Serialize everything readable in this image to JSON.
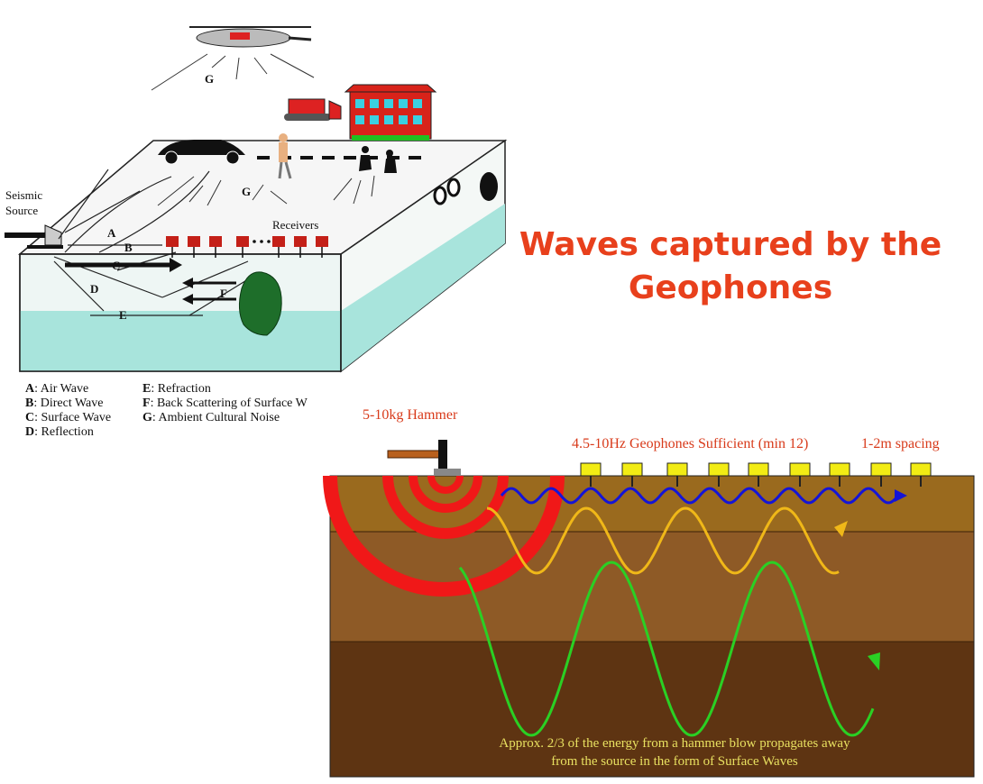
{
  "title": {
    "line1": "Waves captured by the",
    "line2": "Geophones"
  },
  "block_diagram": {
    "source_label": "Seismic Source",
    "receivers_label": "Receivers",
    "wave_letters": {
      "A": "A",
      "B": "B",
      "C": "C",
      "D": "D",
      "E": "E",
      "F": "F",
      "G": "G"
    },
    "legend_left": [
      {
        "key": "A",
        "text": ": Air Wave"
      },
      {
        "key": "B",
        "text": ": Direct Wave"
      },
      {
        "key": "C",
        "text": ": Surface Wave"
      },
      {
        "key": "D",
        "text": ": Reflection"
      }
    ],
    "legend_right": [
      {
        "key": "E",
        "text": ": Refraction"
      },
      {
        "key": "F",
        "text": ": Back Scattering of Surface W"
      },
      {
        "key": "G",
        "text": ": Ambient Cultural Noise"
      }
    ]
  },
  "hammer_section": {
    "hammer_label": "5-10kg Hammer",
    "geophones_label": "4.5-10Hz Geophones Sufficient (min 12)",
    "spacing_label": "1-2m spacing",
    "caption_line1": "Approx. 2/3 of the energy from a hammer blow propagates away",
    "caption_line2": "from the source in the form of Surface Waves"
  },
  "colors": {
    "title": "#e8401c",
    "water": "#a8e4dc",
    "soil_top": "#9a6a1e",
    "soil_mid": "#8e5a26",
    "soil_deep": "#5e3412",
    "wave_blue": "#1414d8",
    "wave_yellow": "#f0b818",
    "wave_green": "#2ad024",
    "ring_red": "#f01818",
    "geophone": "#f2ec14"
  }
}
